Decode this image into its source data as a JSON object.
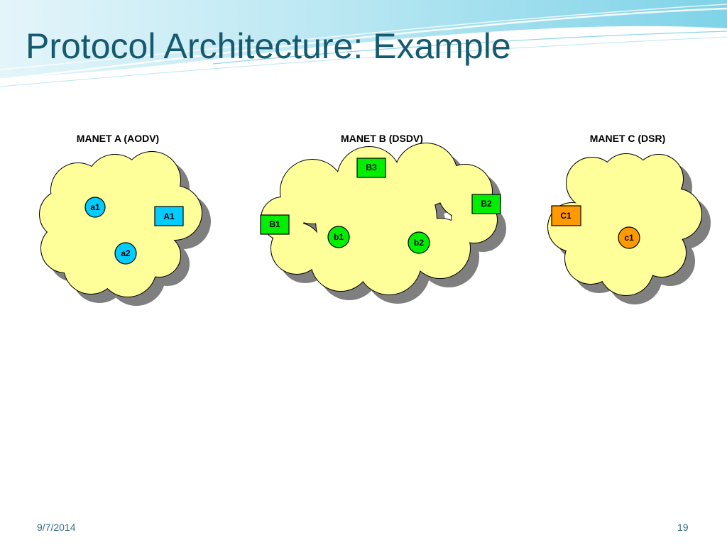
{
  "slide": {
    "title": "Protocol Architecture: Example",
    "date": "9/7/2014",
    "page_number": "19"
  },
  "colors": {
    "title": "#155a6e",
    "cloud_fill": "#ffff99",
    "cloud_shadow": "#7f7f7f",
    "aodv_node": "#00ccff",
    "dsdv_node": "#00ee00",
    "dsr_node": "#ff9900"
  },
  "manets": [
    {
      "label": "MANET A (AODV)",
      "color": "#00ccff",
      "nodes": [
        {
          "id": "a1",
          "kind": "host"
        },
        {
          "id": "A1",
          "kind": "gateway"
        },
        {
          "id": "a2",
          "kind": "host"
        }
      ]
    },
    {
      "label": "MANET B (DSDV)",
      "color": "#00ee00",
      "nodes": [
        {
          "id": "B3",
          "kind": "gateway"
        },
        {
          "id": "B2",
          "kind": "gateway"
        },
        {
          "id": "B1",
          "kind": "gateway"
        },
        {
          "id": "b1",
          "kind": "host"
        },
        {
          "id": "b2",
          "kind": "host"
        }
      ]
    },
    {
      "label": "MANET C (DSR)",
      "color": "#ff9900",
      "nodes": [
        {
          "id": "C1",
          "kind": "gateway"
        },
        {
          "id": "c1",
          "kind": "host"
        }
      ]
    }
  ]
}
